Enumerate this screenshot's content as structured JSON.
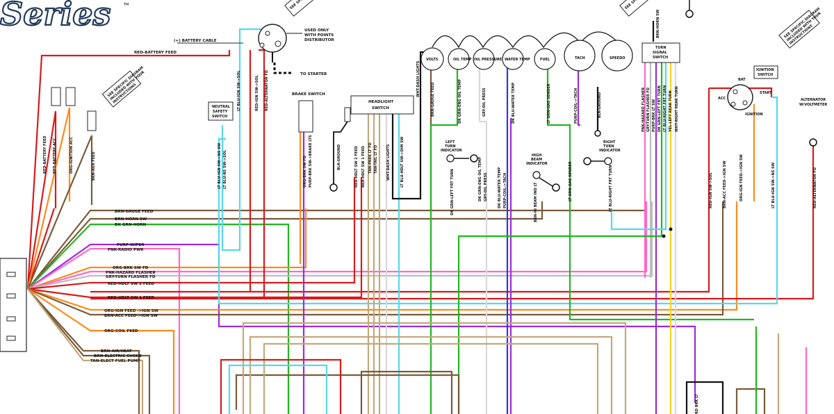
{
  "logo": {
    "text": "Series",
    "tm": "TM"
  },
  "notes": {
    "see_specific": "SEE SPECIFIC DIAGRAM INCLUDED WITH YOUR INSTRUCTIONS",
    "see_specific_top": "SEE SPECIFIC DIAGRAM",
    "see_specific_top_b": "INCLUDED WITH YOUR",
    "see_specific_top_c": "INSTRUCTIONS"
  },
  "distributor": {
    "battery_cable": "(+) BATTERY CABLE",
    "used_only_1": "USED ONLY",
    "used_only_2": "WITH POINTS",
    "used_only_3": "DISTRIBUTOR",
    "to_starter": "TO STARTER"
  },
  "components": {
    "neutral_safety": [
      "NEUTRAL",
      "SAFETY",
      "SWITCH"
    ],
    "brake_switch": "BRAKE SWITCH",
    "headlight_switch": [
      "HEADLIGHT",
      "SWITCH"
    ],
    "turn_signal": [
      "TURN",
      "SIGNAL",
      "SWITCH"
    ],
    "ignition_switch": [
      "IGNITION",
      "SWITCH"
    ],
    "alternator": [
      "ALTERNATOR",
      "W/VOLTMETER"
    ],
    "left_turn": [
      "LEFT",
      "TURN",
      "INDICATOR"
    ],
    "right_turn": [
      "RIGHT",
      "TURN",
      "INDICATOR"
    ],
    "high_beam": [
      "HIGH",
      "BEAM",
      "INDICATOR"
    ],
    "ign_terms": {
      "bat": "BAT",
      "acc": "ACC",
      "start": "START",
      "ignition": "IGNITION"
    }
  },
  "gauges": [
    {
      "name": "VOLTS"
    },
    {
      "name": "OIL TEMP"
    },
    {
      "name": "OIL PRESSURE"
    },
    {
      "name": "WATER TEMP"
    },
    {
      "name": "FUEL"
    },
    {
      "name": "TACH"
    },
    {
      "name": "SPEEDO"
    }
  ],
  "left_harness_labels": [
    "BRN-GAUGE FEED",
    "BRN-HORN SW",
    "DK GRN-HORN",
    "PURP-WIPER",
    "PNK-RADIO PWR",
    "ORG-BRK SW FD",
    "PNK-HAZARD FLASHER",
    "GRY-TURN FLASHER FD",
    "RED-HDLT SW 2 FEED",
    "RED-HDLT SW 1 FEED",
    "ORG-IGN FEED ->IGN SW",
    "BRN-ACC FEED->IGN SW",
    "ORG-COIL FEED",
    "BRN-AIR/HEAT",
    "BRN-ELECTRIC CHOKE",
    "TAN-ELECT FUEL PUMP"
  ],
  "top_wire_labels": {
    "red_battery_feed": "RED-BATTERY FEED",
    "red_battery_feed_v": "RED-BATTERY FEED",
    "red_battery_acc": "RED-BATTERY ACC",
    "org_ignition_acc": "ORG-IGNITION ACC",
    "brn_aux_feed": "BRN-AUX FEED",
    "lt_blu_ign_sol": "LT BLU-IGN SW->SOL",
    "red_ign_sol": "RED-IGN SW->SOL",
    "red_alt_fd": "RED-ALTERNATOR FD",
    "lt_blu_ns": "LT BLU-IGN SW->NS SW",
    "lt_blu_ns2": "LT BLU-NS SW->SOL",
    "org_brk": "ORG-BRK SW FD",
    "purp_brk": "PURP-BRK SW->BRAKE LTS",
    "blk_ground": "BLK-GROUND",
    "red_hdlt2": "RED-HDLT SW 2 FEED",
    "red_hdlt1": "RED-HDLT SW 1 FEED",
    "tan_park": "TAN-PARK LT FD",
    "tan_tail": "TAN-TAIL LT FD",
    "wht_dash": "WHT-DASH LIGHTS",
    "lt_blu_hdlt": "LT BLU-HDLT SW->DIM SW",
    "wht_dash_top": "WHT-DASH LIGHTS",
    "brn_gauge_top": "BRN-GAUGE FEED",
    "dk_grn_oil": "DK GRN-ENG OIL TEMP",
    "gry_oil_press": "GRY-OIL PRESS",
    "dk_blu_water": "DK BLU-WATER TEMP",
    "lt_grn_gas": "LT GRN-GAS SENDER",
    "purp_coil": "PURP-COIL->TACH",
    "blk_ground2": "BLK-GROUND",
    "dk_grn_left": "DK GRN-LEFT FRT TURN",
    "dk_grn_eng": "DK GRN-ENG OIL TEMP",
    "gry_oil2": "GRY-OIL PRESS",
    "dk_blu2": "DK BLU-WATER TEMP",
    "purp_coil2": "PURP-COIL->TACH",
    "brn_hi_beam": "BRN-HI BEAM IND LT",
    "lt_grn_gas2": "LT GRN-GAS SENDER",
    "lt_blu_right": "LT BLU-RIGHT FRT TURN",
    "brn_horn_sw": "BRN-HORN SW",
    "pnk_hazard": "PNK-HAZARD FLASHER",
    "gry_turn": "GRY-TURN FLASHER FD",
    "purp_brk_lt": "PURP-BRK LT SW",
    "dk_grn_lft": "DK GRN-LEFT FRT TURN",
    "lt_blu_rt": "LT BLU-RIGHT FRT TURN",
    "yel_left": "YEL-LEFT REAR TURN",
    "wht_right": "WHT-RIGHT REAR TURN",
    "red_ign_sol2": "RED-IGN SW->SOL",
    "brn_acc_ign": "BRN-ACC FEED->IGN SW",
    "org_ign_ign": "ORG-IGN FEED->IGN SW",
    "lt_blu_ns3": "LT BLU-IGN SW->NS SW",
    "red_alt2": "RED-ALTERNATOR FD",
    "rd_brk": "RD BRK LT"
  }
}
